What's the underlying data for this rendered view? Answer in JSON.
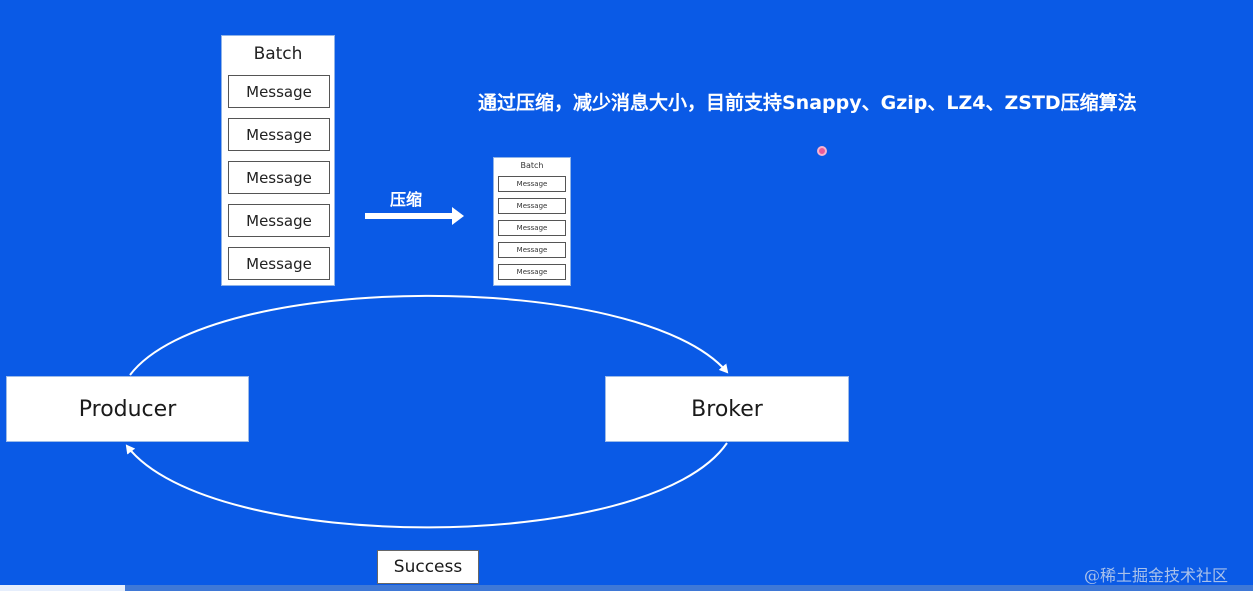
{
  "caption": "通过压缩，减少消息大小，目前支持Snappy、Gzip、LZ4、ZSTD压缩算法",
  "batch_large": {
    "title": "Batch",
    "messages": [
      "Message",
      "Message",
      "Message",
      "Message",
      "Message"
    ]
  },
  "batch_small": {
    "title": "Batch",
    "messages": [
      "Message",
      "Message",
      "Message",
      "Message",
      "Message"
    ]
  },
  "compress_label": "压缩",
  "producer_label": "Producer",
  "broker_label": "Broker",
  "success_label": "Success",
  "watermark": "@稀土掘金技术社区",
  "colors": {
    "background": "#0a5ae6",
    "box": "#ffffff",
    "line": "#ffffff"
  },
  "icons": {
    "arrow": "right-arrow-icon",
    "cursor": "cursor-dot-icon"
  }
}
